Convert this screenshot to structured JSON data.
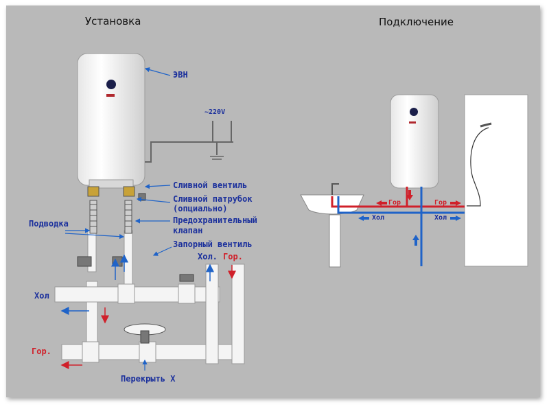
{
  "titles": {
    "install": "Установка",
    "connect": "Подключение"
  },
  "labels": {
    "evn": "ЭВН",
    "voltage": "~220V",
    "drain_valve": "Сливной вентиль",
    "drain_pipe_1": "Сливной патрубок",
    "drain_pipe_2": "(опциально)",
    "safety_valve_1": "Предохранительный",
    "safety_valve_2": "клапан",
    "supply": "Подводка",
    "shutoff_valve": "Запорный вентиль",
    "cold_top": "Хол.",
    "hot_top": "Гор.",
    "cold_left": "Хол",
    "hot_left": "Гор.",
    "close_x": "Перекрыть X"
  },
  "connection_labels": {
    "hot_left": "Гор",
    "hot_right": "Гор",
    "cold_left": "Хол",
    "cold_right": "Хол"
  },
  "colors": {
    "background": "#b9b9b9",
    "label_blue": "#1a2f9c",
    "hot_red": "#d0202a",
    "cold_blue": "#1f63c8",
    "pipe_white": "#f4f4f4"
  }
}
